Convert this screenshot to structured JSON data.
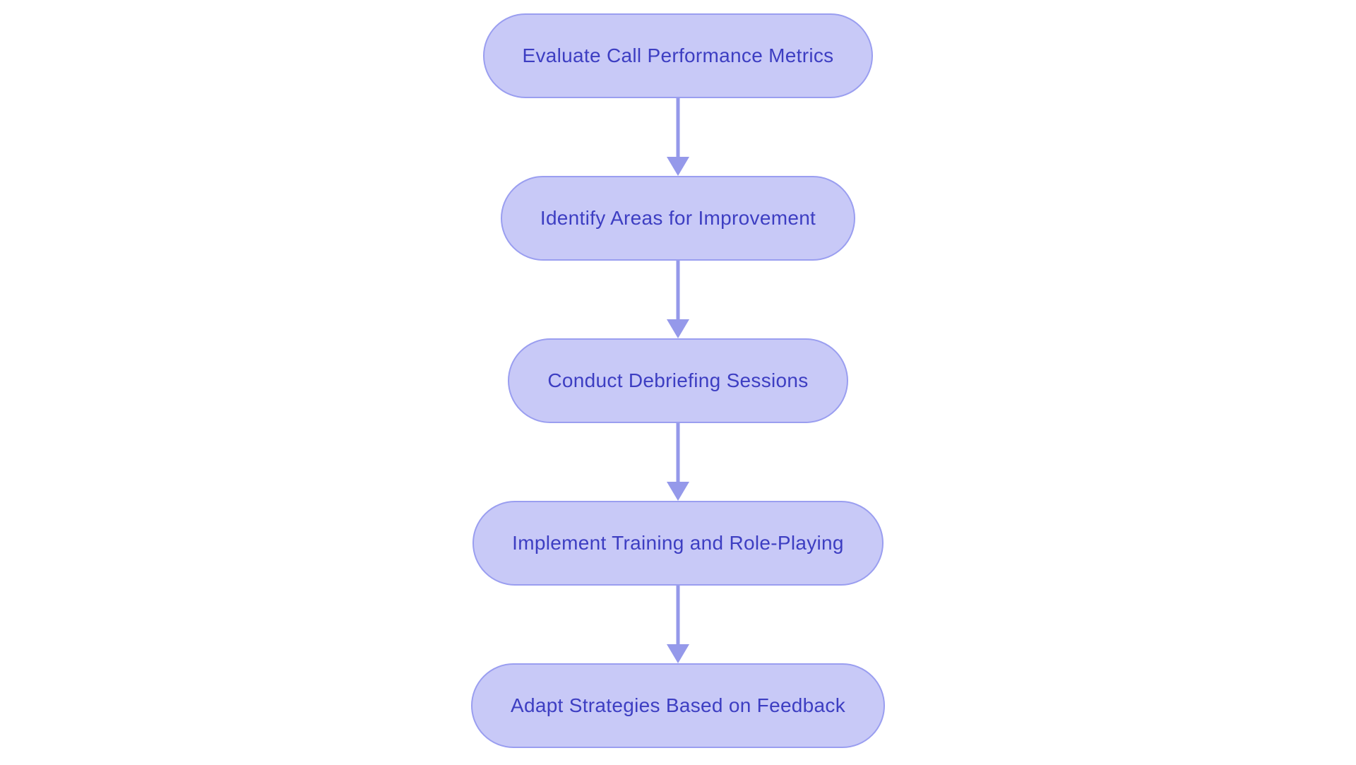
{
  "flowchart": {
    "type": "flowchart",
    "direction": "top-to-bottom",
    "colors": {
      "node_fill": "#c8c9f7",
      "node_border": "#9a9ef0",
      "text_color": "#3d3ec2",
      "arrow_color": "#9599ea",
      "background": "#ffffff"
    },
    "nodes": [
      {
        "label": "Evaluate Call Performance Metrics"
      },
      {
        "label": "Identify Areas for Improvement"
      },
      {
        "label": "Conduct Debriefing Sessions"
      },
      {
        "label": "Implement Training and Role-Playing"
      },
      {
        "label": "Adapt Strategies Based on Feedback"
      }
    ],
    "edges": [
      {
        "from": 0,
        "to": 1
      },
      {
        "from": 1,
        "to": 2
      },
      {
        "from": 2,
        "to": 3
      },
      {
        "from": 3,
        "to": 4
      }
    ]
  }
}
